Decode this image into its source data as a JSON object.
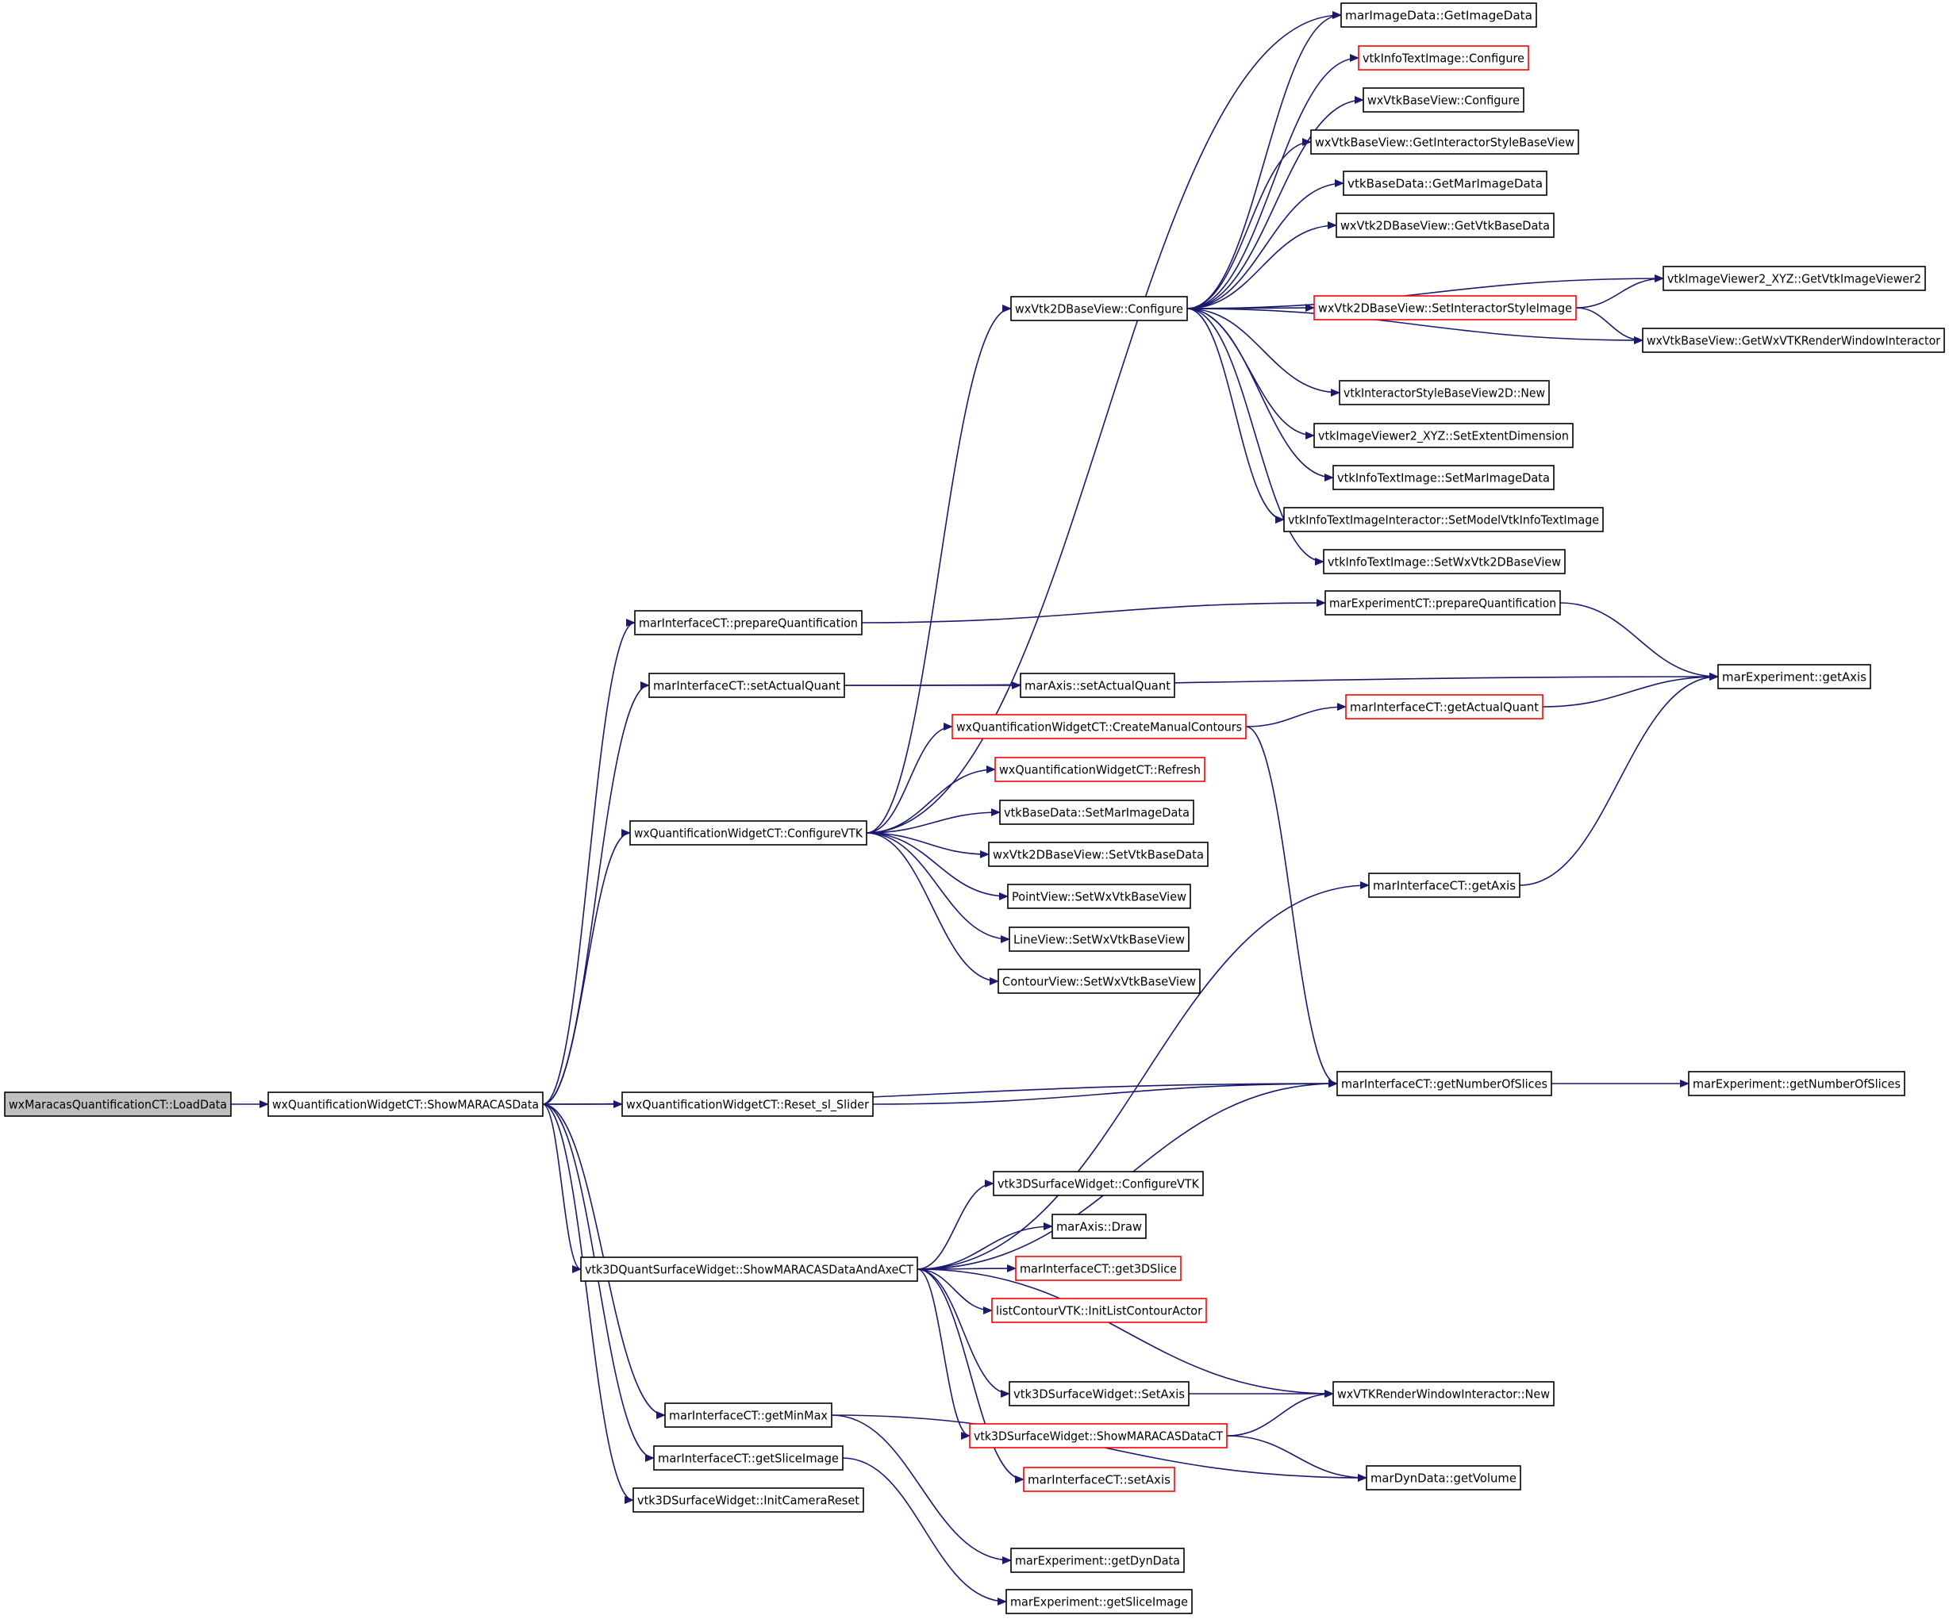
{
  "colors": {
    "edge": "#191970",
    "node_border": "#000000",
    "highlight_border": "#ff0000",
    "root_fill": "#bfbfbf",
    "node_fill": "#ffffff"
  },
  "nodes": [
    {
      "id": "n0",
      "label": "wxMaracasQuantificationCT::LoadData",
      "style": "root"
    },
    {
      "id": "n1",
      "label": "wxQuantificationWidgetCT::ShowMARACASData",
      "style": "normal"
    },
    {
      "id": "n2",
      "label": "marInterfaceCT::prepareQuantification",
      "style": "normal"
    },
    {
      "id": "n3",
      "label": "marInterfaceCT::setActualQuant",
      "style": "normal"
    },
    {
      "id": "n4",
      "label": "wxQuantificationWidgetCT::ConfigureVTK",
      "style": "normal"
    },
    {
      "id": "n5",
      "label": "wxQuantificationWidgetCT::Reset_sl_Slider",
      "style": "normal"
    },
    {
      "id": "n6",
      "label": "vtk3DQuantSurfaceWidget::ShowMARACASDataAndAxeCT",
      "style": "normal"
    },
    {
      "id": "n7",
      "label": "marInterfaceCT::getMinMax",
      "style": "normal"
    },
    {
      "id": "n8",
      "label": "marInterfaceCT::getSliceImage",
      "style": "normal"
    },
    {
      "id": "n9",
      "label": "vtk3DSurfaceWidget::InitCameraReset",
      "style": "normal"
    },
    {
      "id": "n10",
      "label": "wxVtk2DBaseView::Configure",
      "style": "normal"
    },
    {
      "id": "n11",
      "label": "marImageData::GetImageData",
      "style": "normal"
    },
    {
      "id": "n12",
      "label": "vtkInfoTextImage::Configure",
      "style": "red"
    },
    {
      "id": "n13",
      "label": "wxVtkBaseView::Configure",
      "style": "normal"
    },
    {
      "id": "n14",
      "label": "wxVtkBaseView::GetInteractorStyleBaseView",
      "style": "normal"
    },
    {
      "id": "n15",
      "label": "vtkBaseData::GetMarImageData",
      "style": "normal"
    },
    {
      "id": "n16",
      "label": "wxVtk2DBaseView::GetVtkBaseData",
      "style": "normal"
    },
    {
      "id": "n17",
      "label": "wxVtk2DBaseView::SetInteractorStyleImage",
      "style": "red"
    },
    {
      "id": "n18",
      "label": "vtkImageViewer2_XYZ::GetVtkImageViewer2",
      "style": "normal"
    },
    {
      "id": "n19",
      "label": "wxVtkBaseView::GetWxVTKRenderWindowInteractor",
      "style": "normal"
    },
    {
      "id": "n20",
      "label": "vtkInteractorStyleBaseView2D::New",
      "style": "normal"
    },
    {
      "id": "n21",
      "label": "vtkImageViewer2_XYZ::SetExtentDimension",
      "style": "normal"
    },
    {
      "id": "n22",
      "label": "vtkInfoTextImage::SetMarImageData",
      "style": "normal"
    },
    {
      "id": "n23",
      "label": "vtkInfoTextImageInteractor::SetModelVtkInfoTextImage",
      "style": "normal"
    },
    {
      "id": "n24",
      "label": "vtkInfoTextImage::SetWxVtk2DBaseView",
      "style": "normal"
    },
    {
      "id": "n25",
      "label": "marExperimentCT::prepareQuantification",
      "style": "normal"
    },
    {
      "id": "n26",
      "label": "marExperiment::getAxis",
      "style": "normal"
    },
    {
      "id": "n27",
      "label": "marAxis::setActualQuant",
      "style": "normal"
    },
    {
      "id": "n28",
      "label": "wxQuantificationWidgetCT::CreateManualContours",
      "style": "red"
    },
    {
      "id": "n29",
      "label": "marInterfaceCT::getActualQuant",
      "style": "red"
    },
    {
      "id": "n30",
      "label": "wxQuantificationWidgetCT::Refresh",
      "style": "red"
    },
    {
      "id": "n31",
      "label": "vtkBaseData::SetMarImageData",
      "style": "normal"
    },
    {
      "id": "n32",
      "label": "wxVtk2DBaseView::SetVtkBaseData",
      "style": "normal"
    },
    {
      "id": "n33",
      "label": "PointView::SetWxVtkBaseView",
      "style": "normal"
    },
    {
      "id": "n34",
      "label": "LineView::SetWxVtkBaseView",
      "style": "normal"
    },
    {
      "id": "n35",
      "label": "ContourView::SetWxVtkBaseView",
      "style": "normal"
    },
    {
      "id": "n36",
      "label": "marInterfaceCT::getAxis",
      "style": "normal"
    },
    {
      "id": "n37",
      "label": "marInterfaceCT::getNumberOfSlices",
      "style": "normal"
    },
    {
      "id": "n38",
      "label": "marExperiment::getNumberOfSlices",
      "style": "normal"
    },
    {
      "id": "n39",
      "label": "vtk3DSurfaceWidget::ConfigureVTK",
      "style": "normal"
    },
    {
      "id": "n40",
      "label": "marAxis::Draw",
      "style": "normal"
    },
    {
      "id": "n41",
      "label": "marInterfaceCT::get3DSlice",
      "style": "red"
    },
    {
      "id": "n42",
      "label": "listContourVTK::InitListContourActor",
      "style": "red"
    },
    {
      "id": "n43",
      "label": "vtk3DSurfaceWidget::SetAxis",
      "style": "normal"
    },
    {
      "id": "n44",
      "label": "wxVTKRenderWindowInteractor::New",
      "style": "normal"
    },
    {
      "id": "n45",
      "label": "vtk3DSurfaceWidget::ShowMARACASDataCT",
      "style": "red"
    },
    {
      "id": "n46",
      "label": "marDynData::getVolume",
      "style": "normal"
    },
    {
      "id": "n47",
      "label": "marInterfaceCT::setAxis",
      "style": "red"
    },
    {
      "id": "n48",
      "label": "marExperiment::getDynData",
      "style": "normal"
    },
    {
      "id": "n49",
      "label": "marExperiment::getSliceImage",
      "style": "normal"
    }
  ],
  "edges": [
    [
      "n0",
      "n1"
    ],
    [
      "n1",
      "n2"
    ],
    [
      "n1",
      "n3"
    ],
    [
      "n1",
      "n4"
    ],
    [
      "n1",
      "n5"
    ],
    [
      "n1",
      "n6"
    ],
    [
      "n1",
      "n7"
    ],
    [
      "n1",
      "n8"
    ],
    [
      "n1",
      "n9"
    ],
    [
      "n1",
      "n37"
    ],
    [
      "n2",
      "n25"
    ],
    [
      "n25",
      "n26"
    ],
    [
      "n3",
      "n27"
    ],
    [
      "n3",
      "n26"
    ],
    [
      "n4",
      "n10"
    ],
    [
      "n4",
      "n11"
    ],
    [
      "n4",
      "n28"
    ],
    [
      "n4",
      "n30"
    ],
    [
      "n4",
      "n31"
    ],
    [
      "n4",
      "n32"
    ],
    [
      "n4",
      "n33"
    ],
    [
      "n4",
      "n34"
    ],
    [
      "n4",
      "n35"
    ],
    [
      "n10",
      "n11"
    ],
    [
      "n10",
      "n12"
    ],
    [
      "n10",
      "n13"
    ],
    [
      "n10",
      "n14"
    ],
    [
      "n10",
      "n15"
    ],
    [
      "n10",
      "n16"
    ],
    [
      "n10",
      "n17"
    ],
    [
      "n10",
      "n18"
    ],
    [
      "n10",
      "n19"
    ],
    [
      "n10",
      "n20"
    ],
    [
      "n10",
      "n21"
    ],
    [
      "n10",
      "n22"
    ],
    [
      "n10",
      "n23"
    ],
    [
      "n10",
      "n24"
    ],
    [
      "n17",
      "n18"
    ],
    [
      "n17",
      "n19"
    ],
    [
      "n28",
      "n29"
    ],
    [
      "n28",
      "n37"
    ],
    [
      "n29",
      "n26"
    ],
    [
      "n5",
      "n37"
    ],
    [
      "n37",
      "n38"
    ],
    [
      "n36",
      "n26"
    ],
    [
      "n6",
      "n36"
    ],
    [
      "n6",
      "n37"
    ],
    [
      "n6",
      "n39"
    ],
    [
      "n6",
      "n40"
    ],
    [
      "n6",
      "n41"
    ],
    [
      "n6",
      "n42"
    ],
    [
      "n6",
      "n43"
    ],
    [
      "n6",
      "n44"
    ],
    [
      "n6",
      "n45"
    ],
    [
      "n6",
      "n47"
    ],
    [
      "n43",
      "n44"
    ],
    [
      "n45",
      "n44"
    ],
    [
      "n45",
      "n46"
    ],
    [
      "n7",
      "n46"
    ],
    [
      "n7",
      "n48"
    ],
    [
      "n8",
      "n49"
    ]
  ]
}
